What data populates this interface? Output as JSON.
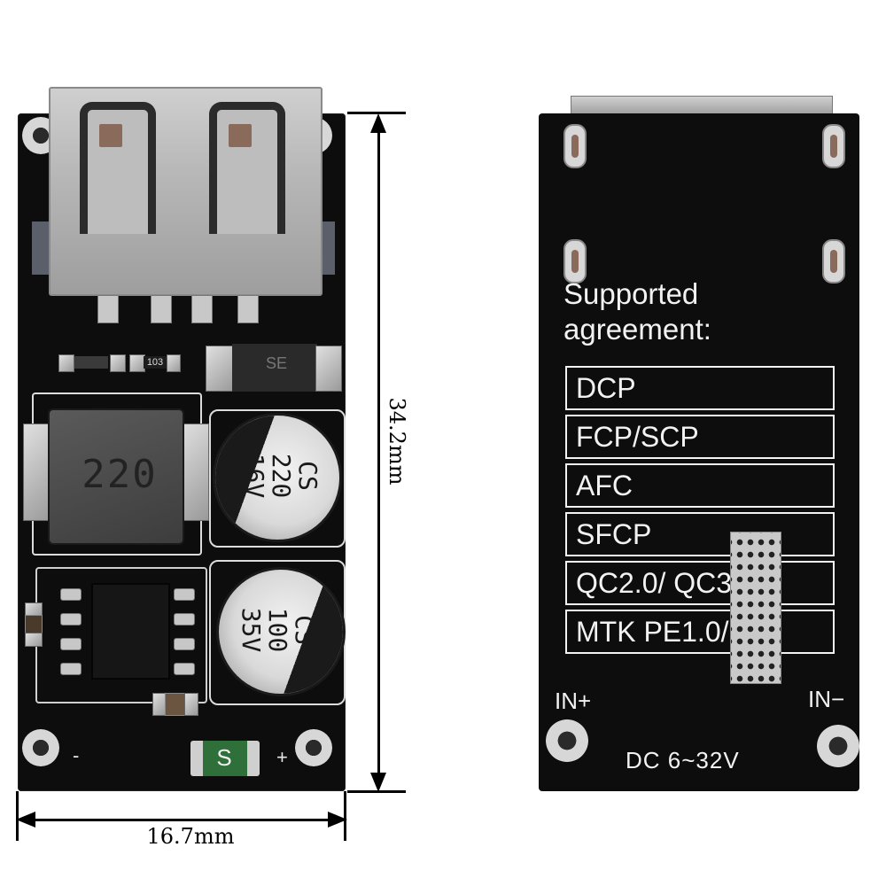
{
  "front_board": {
    "inductor_marking": "220",
    "cap_top_marking": "CS\n220\n16V",
    "cap_bottom_marking": "CS\n100\n35V",
    "resistor_marking": "103",
    "diode_marking": "SE",
    "fuse_marking": "S",
    "minus_mark": "-",
    "plus_mark": "+"
  },
  "dimensions": {
    "height_label": "34.2mm",
    "width_label": "16.7mm"
  },
  "back_board": {
    "heading_line1": "Supported",
    "heading_line2": "agreement:",
    "protocols": [
      "DCP",
      "FCP/SCP",
      "AFC",
      "SFCP",
      "QC2.0/ QC3.0",
      "MTK PE1.0/2.0"
    ],
    "in_plus": "IN+",
    "in_minus": "IN−",
    "dc_range": "DC  6~32V"
  },
  "colors": {
    "pcb": "#0d0d0d",
    "silkscreen": "#f2f2f2",
    "metal": "#c8c8c8",
    "dimension_line": "#000000"
  }
}
